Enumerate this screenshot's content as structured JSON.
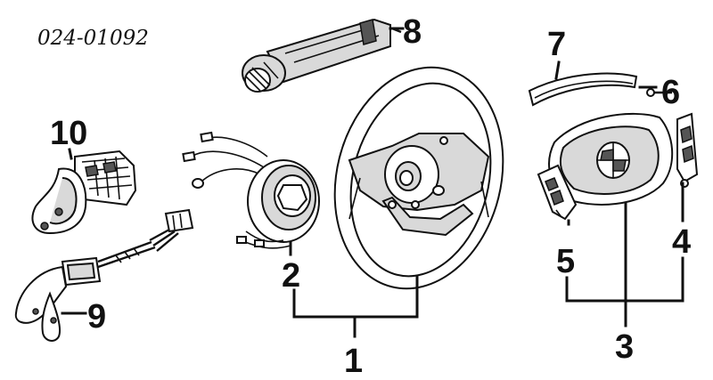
{
  "diagram": {
    "part_number": "024-01092",
    "callouts": {
      "c1": "1",
      "c2": "2",
      "c3": "3",
      "c4": "4",
      "c5": "5",
      "c6": "6",
      "c7": "7",
      "c8": "8",
      "c9": "9",
      "c10": "10"
    }
  }
}
